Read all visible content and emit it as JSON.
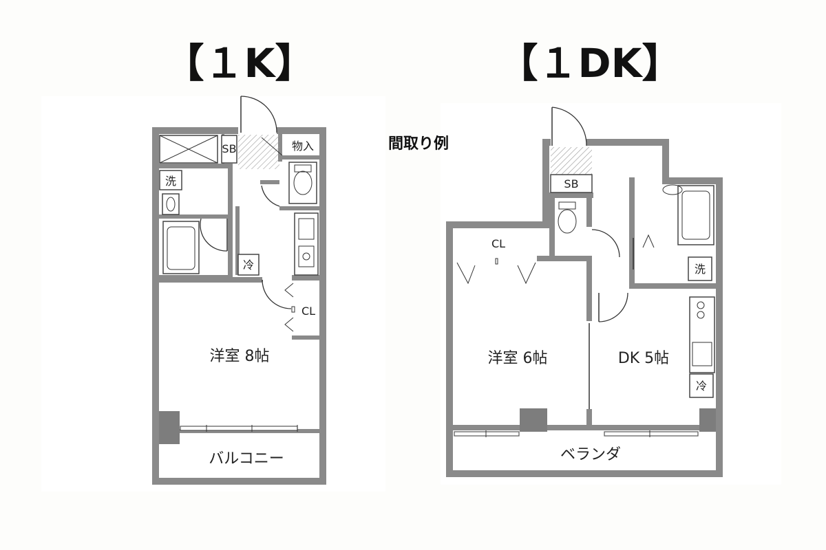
{
  "plans": [
    {
      "title": "【１K】",
      "labels": {
        "sb": "SB",
        "storage": "物入",
        "washer": "洗",
        "fridge": "冷",
        "closet": "CL",
        "room": "洋室  8帖",
        "balcony": "バルコニー"
      }
    },
    {
      "title": "【１DK】",
      "labels": {
        "sb": "SB",
        "closet": "CL",
        "washer": "洗",
        "fridge": "冷",
        "room": "洋室  6帖",
        "dk": "DK  5帖",
        "veranda": "ベランダ"
      }
    }
  ],
  "caption": "間取り例",
  "colors": {
    "wall": "#8a8a8a",
    "background": "#fdfdfb",
    "text": "#111111"
  }
}
